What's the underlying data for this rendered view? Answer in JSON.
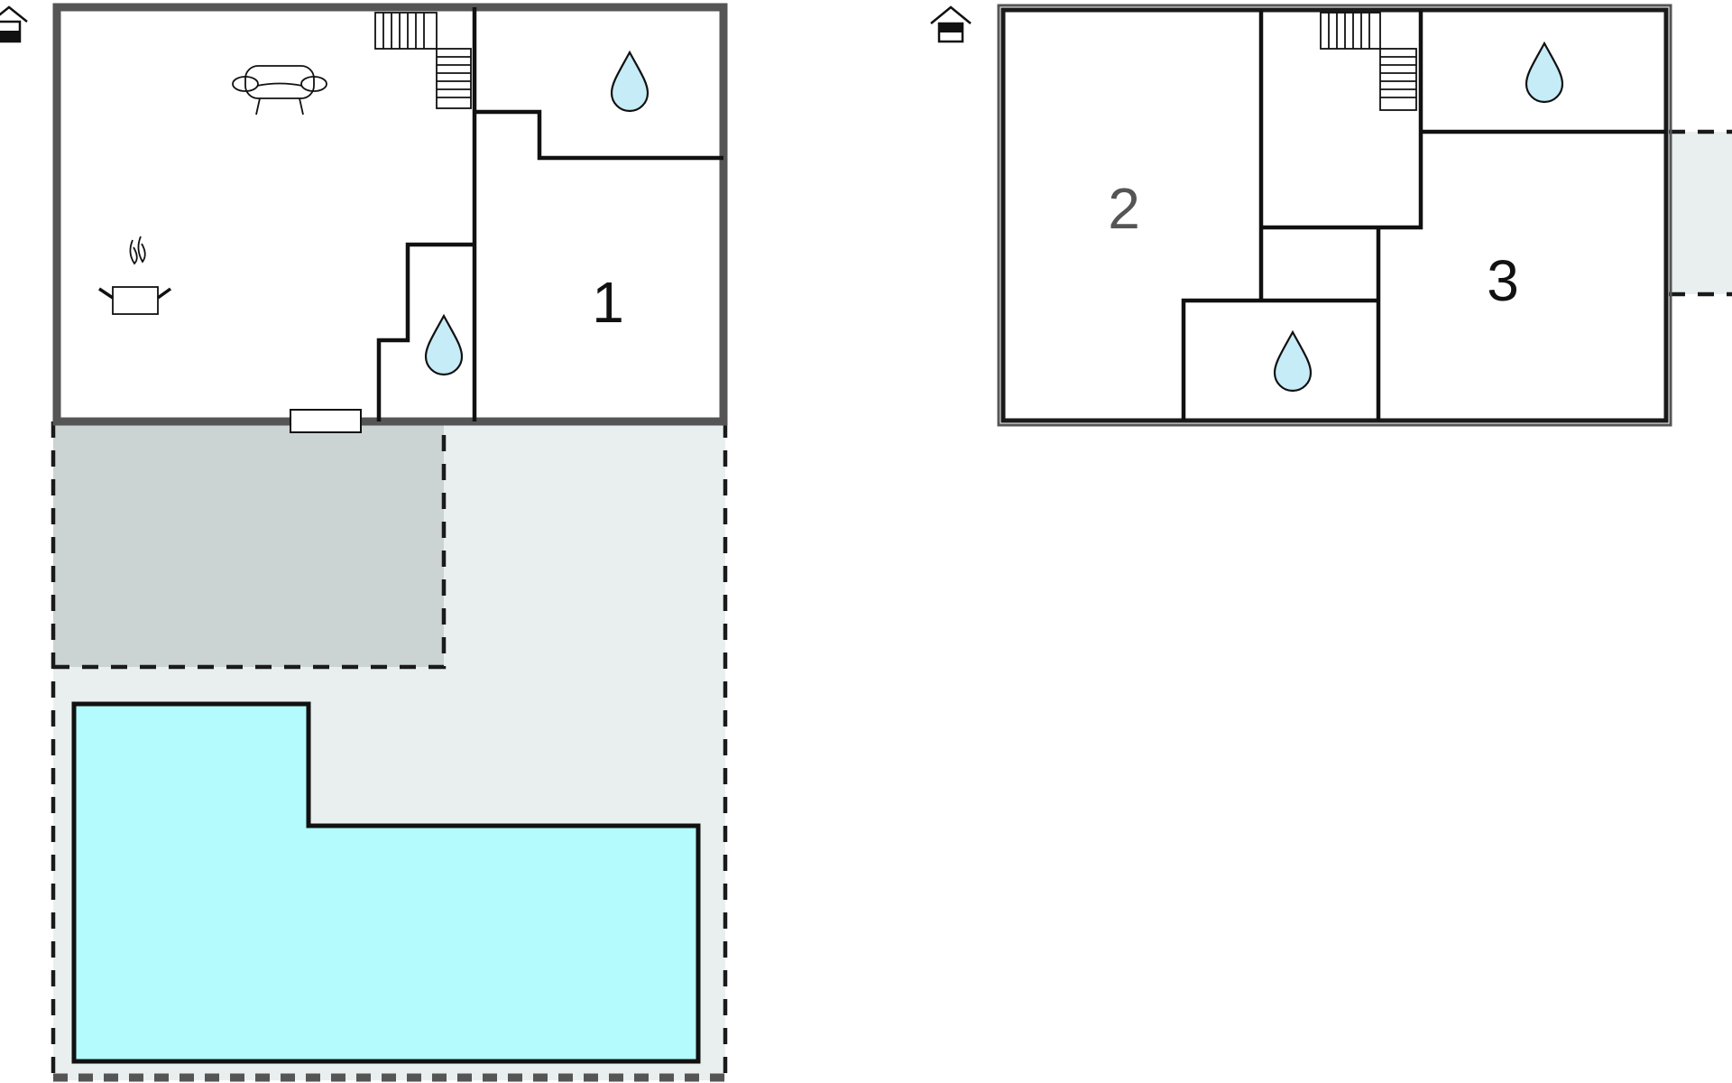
{
  "rooms": [
    {
      "id": "room-1",
      "label": "1"
    },
    {
      "id": "room-2",
      "label": "2"
    },
    {
      "id": "room-3",
      "label": "3"
    }
  ],
  "colors": {
    "background": "#ffffff",
    "terrace": "#e9efef",
    "covered_terrace": "#cbd3d3",
    "pool": "#b3fbfc",
    "water_drop": "#c6ecf7",
    "wall": "#111111",
    "outer_wall_ground": "#555555"
  },
  "icons": [
    "entrance-house-icon",
    "sofa-icon",
    "cooking-pot-icon",
    "water-drop-icon",
    "staircase-icon"
  ]
}
